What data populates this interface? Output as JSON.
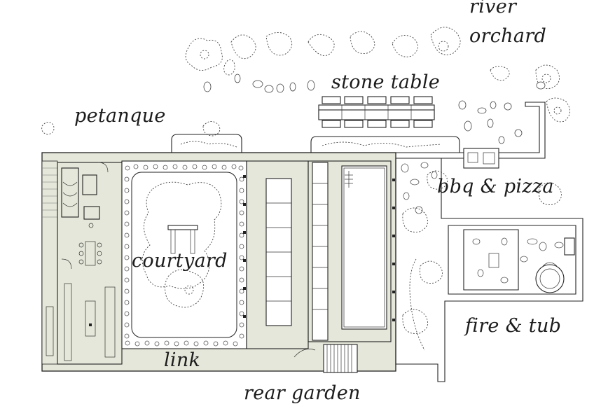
{
  "labels": {
    "river": "river",
    "orchard": "orchard",
    "stone_table": "stone table",
    "petanque": "petanque",
    "bbq_pizza": "bbq & pizza",
    "courtyard": "courtyard",
    "fire_tub": "fire & tub",
    "link": "link",
    "rear_garden": "rear garden"
  },
  "colors": {
    "building_fill": "#e4e7d9",
    "line": "#222222",
    "background": "#ffffff"
  }
}
